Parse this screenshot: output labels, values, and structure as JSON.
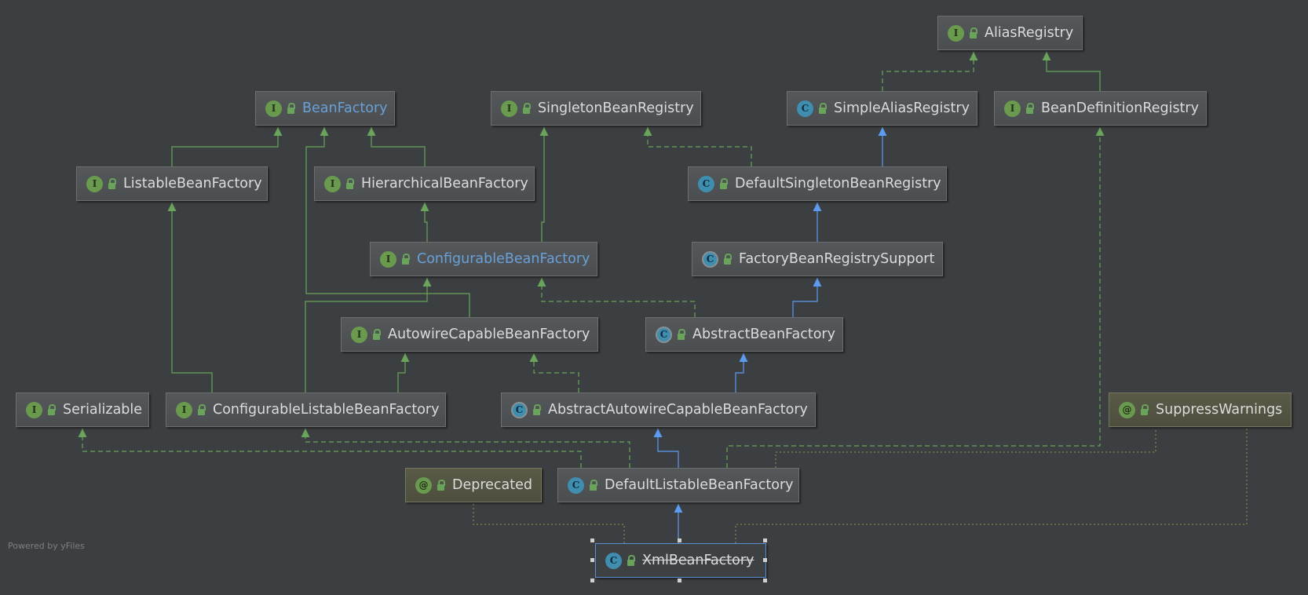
{
  "diagram": {
    "nodes": [
      {
        "id": "aliasRegistry",
        "kind": "interface",
        "label": "AliasRegistry"
      },
      {
        "id": "beanFactory",
        "kind": "interface",
        "label": "BeanFactory",
        "highlight": "blue"
      },
      {
        "id": "singletonBeanRegistry",
        "kind": "interface",
        "label": "SingletonBeanRegistry"
      },
      {
        "id": "simpleAliasRegistry",
        "kind": "class",
        "label": "SimpleAliasRegistry"
      },
      {
        "id": "beanDefinitionRegistry",
        "kind": "interface",
        "label": "BeanDefinitionRegistry"
      },
      {
        "id": "listableBeanFactory",
        "kind": "interface",
        "label": "ListableBeanFactory"
      },
      {
        "id": "hierarchicalBeanFactory",
        "kind": "interface",
        "label": "HierarchicalBeanFactory"
      },
      {
        "id": "defaultSingletonBeanRegistry",
        "kind": "class",
        "label": "DefaultSingletonBeanRegistry"
      },
      {
        "id": "configurableBeanFactory",
        "kind": "interface",
        "label": "ConfigurableBeanFactory",
        "highlight": "blue"
      },
      {
        "id": "factoryBeanRegistrySupport",
        "kind": "abstract-class",
        "label": "FactoryBeanRegistrySupport"
      },
      {
        "id": "autowireCapableBeanFactory",
        "kind": "interface",
        "label": "AutowireCapableBeanFactory"
      },
      {
        "id": "abstractBeanFactory",
        "kind": "abstract-class",
        "label": "AbstractBeanFactory"
      },
      {
        "id": "serializable",
        "kind": "interface",
        "label": "Serializable"
      },
      {
        "id": "configurableListableBeanFactory",
        "kind": "interface",
        "label": "ConfigurableListableBeanFactory"
      },
      {
        "id": "abstractAutowireCapableBeanFactory",
        "kind": "abstract-class",
        "label": "AbstractAutowireCapableBeanFactory"
      },
      {
        "id": "suppressWarnings",
        "kind": "annotation",
        "label": "SuppressWarnings"
      },
      {
        "id": "deprecated",
        "kind": "annotation",
        "label": "Deprecated"
      },
      {
        "id": "defaultListableBeanFactory",
        "kind": "class",
        "label": "DefaultListableBeanFactory"
      },
      {
        "id": "xmlBeanFactory",
        "kind": "class",
        "label": "XmlBeanFactory",
        "selected": true,
        "strikethrough": true
      }
    ],
    "badge_letters": {
      "interface": "I",
      "class": "C",
      "abstract-class": "C",
      "annotation": "@"
    },
    "edges": [
      {
        "from": "simpleAliasRegistry",
        "to": "aliasRegistry",
        "type": "implements"
      },
      {
        "from": "beanDefinitionRegistry",
        "to": "aliasRegistry",
        "type": "extends-interface"
      },
      {
        "from": "listableBeanFactory",
        "to": "beanFactory",
        "type": "extends-interface"
      },
      {
        "from": "hierarchicalBeanFactory",
        "to": "beanFactory",
        "type": "extends-interface"
      },
      {
        "from": "autowireCapableBeanFactory",
        "to": "beanFactory",
        "type": "extends-interface"
      },
      {
        "from": "defaultSingletonBeanRegistry",
        "to": "singletonBeanRegistry",
        "type": "implements"
      },
      {
        "from": "defaultSingletonBeanRegistry",
        "to": "simpleAliasRegistry",
        "type": "extends-class"
      },
      {
        "from": "configurableBeanFactory",
        "to": "hierarchicalBeanFactory",
        "type": "extends-interface"
      },
      {
        "from": "configurableBeanFactory",
        "to": "singletonBeanRegistry",
        "type": "extends-interface"
      },
      {
        "from": "factoryBeanRegistrySupport",
        "to": "defaultSingletonBeanRegistry",
        "type": "extends-class"
      },
      {
        "from": "abstractBeanFactory",
        "to": "factoryBeanRegistrySupport",
        "type": "extends-class"
      },
      {
        "from": "abstractBeanFactory",
        "to": "configurableBeanFactory",
        "type": "implements"
      },
      {
        "from": "configurableListableBeanFactory",
        "to": "listableBeanFactory",
        "type": "extends-interface"
      },
      {
        "from": "configurableListableBeanFactory",
        "to": "configurableBeanFactory",
        "type": "extends-interface"
      },
      {
        "from": "configurableListableBeanFactory",
        "to": "autowireCapableBeanFactory",
        "type": "extends-interface"
      },
      {
        "from": "abstractAutowireCapableBeanFactory",
        "to": "abstractBeanFactory",
        "type": "extends-class"
      },
      {
        "from": "abstractAutowireCapableBeanFactory",
        "to": "autowireCapableBeanFactory",
        "type": "implements"
      },
      {
        "from": "defaultListableBeanFactory",
        "to": "abstractAutowireCapableBeanFactory",
        "type": "extends-class"
      },
      {
        "from": "defaultListableBeanFactory",
        "to": "configurableListableBeanFactory",
        "type": "implements"
      },
      {
        "from": "defaultListableBeanFactory",
        "to": "serializable",
        "type": "implements"
      },
      {
        "from": "defaultListableBeanFactory",
        "to": "beanDefinitionRegistry",
        "type": "implements"
      },
      {
        "from": "defaultListableBeanFactory",
        "to": "suppressWarnings",
        "type": "annotated"
      },
      {
        "from": "xmlBeanFactory",
        "to": "defaultListableBeanFactory",
        "type": "extends-class"
      },
      {
        "from": "xmlBeanFactory",
        "to": "deprecated",
        "type": "annotated"
      },
      {
        "from": "xmlBeanFactory",
        "to": "suppressWarnings",
        "type": "annotated"
      }
    ]
  },
  "colors": {
    "background": "#3c3f41",
    "interface_edge": "#6aa35a",
    "class_edge": "#5b9bf0",
    "annotation_edge": "#7d8a4a",
    "highlight_label": "#6aa0d8"
  },
  "footer_text": "Powered by yFiles"
}
